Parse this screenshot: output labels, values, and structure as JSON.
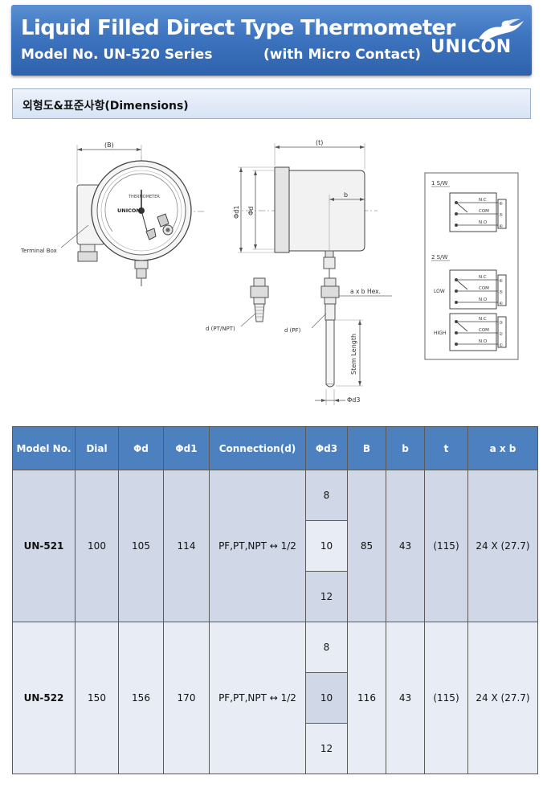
{
  "header": {
    "title": "Liquid Filled Direct Type Thermometer",
    "model_line": "Model No. UN-520 Series",
    "contact_note": "(with Micro Contact)",
    "logo": "UNICON",
    "brand_color": "#3d74bf"
  },
  "section": {
    "title": "외형도&표준사항(Dimensions)"
  },
  "drawing": {
    "labels": {
      "b_paren": "(B)",
      "t_paren": "(t)",
      "b_small": "b",
      "phi_d1": "Φd1",
      "phi_d": "Φd",
      "terminal_box": "Terminal Box",
      "d_pt_npt": "d (PT/NPT)",
      "d_pf": "d (PF)",
      "hex": "a x b Hex.",
      "stem_length": "Stem Length",
      "phi_d3": "Φd3",
      "dial_brand": "UNICON",
      "dial_name": "THERMOMETER"
    },
    "switch_diagram": {
      "sw1": "1 S/W",
      "sw2": "2 S/W",
      "low": "LOW",
      "high": "HIGH",
      "nc": "N.C",
      "com": "COM",
      "no": "N.O",
      "terminals": [
        "⑥",
        "⑤",
        "④",
        "③",
        "②",
        "①"
      ]
    }
  },
  "table": {
    "headers": [
      "Model No.",
      "Dial",
      "Φd",
      "Φd1",
      "Connection(d)",
      "Φd3",
      "B",
      "b",
      "t",
      "a x b"
    ],
    "rows": [
      {
        "model": "UN-521",
        "dial": "100",
        "phi_d": "105",
        "phi_d1": "114",
        "connection": "PF,PT,NPT ↔ 1/2",
        "phi_d3": [
          "8",
          "10",
          "12"
        ],
        "B": "85",
        "b": "43",
        "t": "(115)",
        "axb": "24 X (27.7)"
      },
      {
        "model": "UN-522",
        "dial": "150",
        "phi_d": "156",
        "phi_d1": "170",
        "connection": "PF,PT,NPT ↔ 1/2",
        "phi_d3": [
          "8",
          "10",
          "12"
        ],
        "B": "116",
        "b": "43",
        "t": "(115)",
        "axb": "24 X (27.7)"
      }
    ]
  }
}
